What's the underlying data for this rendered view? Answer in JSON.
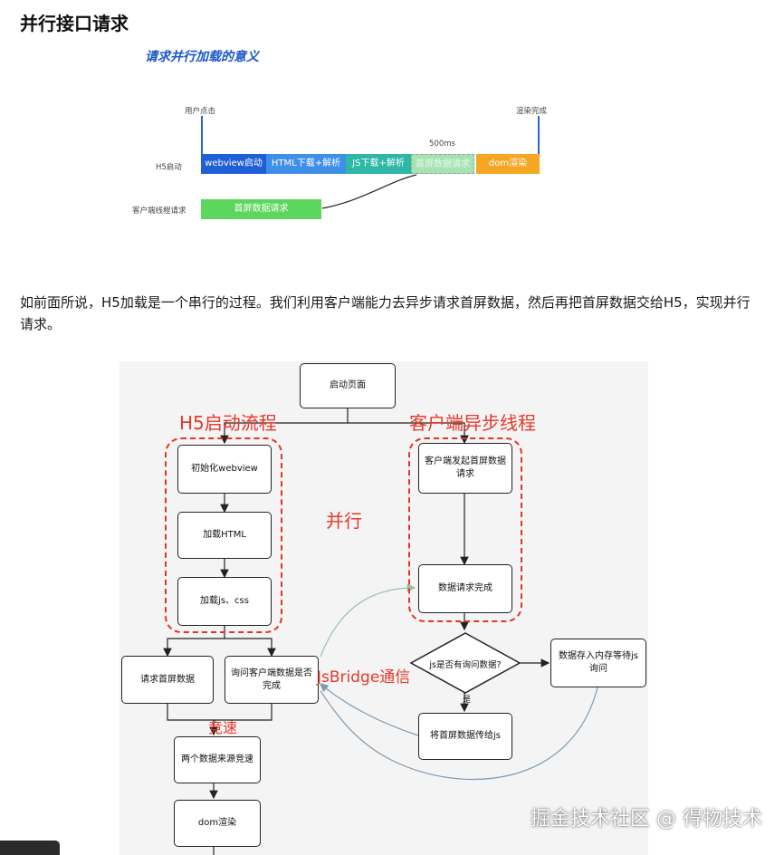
{
  "heading": "并行接口请求",
  "figure1": {
    "title": "请求并行加载的意义",
    "label_user_click": "用户点击",
    "label_render_done": "渲染完成",
    "label_duration": "500ms",
    "row_h5": "H5启动",
    "row_client": "客户端线程请求",
    "bars": [
      {
        "label": "webview启动",
        "color": "#1f5fd6"
      },
      {
        "label": "HTML下载+解析",
        "color": "#3f8fe8"
      },
      {
        "label": "JS下载+解析",
        "color": "#2cb7a6"
      },
      {
        "label": "首屏数据请求",
        "color": "#a6e3b3"
      },
      {
        "label": "dom渲染",
        "color": "#f5a623"
      }
    ],
    "client_bar": {
      "label": "首屏数据请求",
      "color": "#5cd65c"
    }
  },
  "paragraph": "如前面所说，H5加载是一个串行的过程。我们利用客户端能力去异步请求首屏数据，然后再把首屏数据交给H5，实现并行请求。",
  "figure2": {
    "start": "启动页面",
    "group_h5_label": "H5启动流程",
    "group_client_label": "客户端异步线程",
    "parallel_label": "并行",
    "h5_steps": [
      "初始化webview",
      "加载HTML",
      "加载js、css"
    ],
    "client_steps": [
      "客户端发起首屏数据请求",
      "数据请求完成"
    ],
    "request_data": "请求首屏数据",
    "ask_client": "询问客户端数据是否完成",
    "jsbridge_label": "JsBridge通信",
    "decision": "js是否有询问数据?",
    "yes_label": "是",
    "store_memory": "数据存入内存等待js询问",
    "pass_to_js": "将首屏数据传给js",
    "race_label": "竞速",
    "race_box": "两个数据来源竞速",
    "dom_render": "dom渲染"
  },
  "watermark": "掘金技术社区 @ 得物技术"
}
